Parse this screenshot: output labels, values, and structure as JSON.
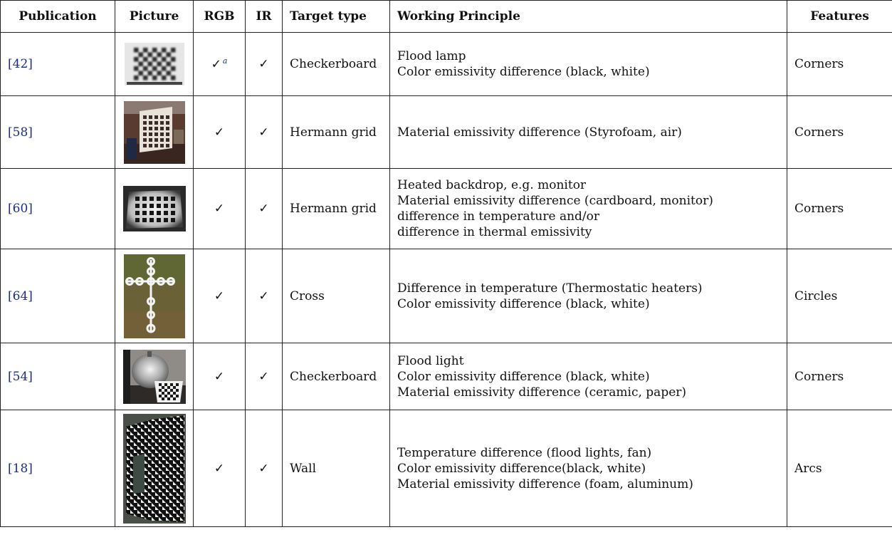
{
  "table": {
    "headers": [
      "Publication",
      "Picture",
      "RGB",
      "IR",
      "Target type",
      "Working Principle",
      "Features"
    ],
    "rows": [
      {
        "pub": "[42]",
        "rgb": "✓",
        "rgb_sup": "a",
        "ir": "✓",
        "target": "Checkerboard",
        "principle": [
          "Flood lamp",
          "Color emissivity difference (black, white)"
        ],
        "features": "Corners"
      },
      {
        "pub": "[58]",
        "rgb": "✓",
        "ir": "✓",
        "target": "Hermann grid",
        "principle": [
          "Material emissivity difference (Styrofoam, air)"
        ],
        "features": "Corners"
      },
      {
        "pub": "[60]",
        "rgb": "✓",
        "ir": "✓",
        "target": "Hermann grid",
        "principle": [
          "Heated backdrop, e.g. monitor",
          "Material emissivity difference (cardboard, monitor)",
          "difference in temperature and/or",
          "difference in thermal emissivity"
        ],
        "features": "Corners"
      },
      {
        "pub": "[64]",
        "rgb": "✓",
        "ir": "✓",
        "target": "Cross",
        "principle": [
          "Difference in temperature (Thermostatic heaters)",
          "Color emissivity difference (black, white)"
        ],
        "features": "Circles"
      },
      {
        "pub": "[54]",
        "rgb": "✓",
        "ir": "✓",
        "target": "Checkerboard",
        "principle": [
          "Flood light",
          "Color emissivity difference (black, white)",
          "Material emissivity difference (ceramic, paper)"
        ],
        "features": "Corners"
      },
      {
        "pub": "[18]",
        "rgb": "✓",
        "ir": "✓",
        "target": "Wall",
        "principle": [
          "Temperature difference (flood lights, fan)",
          "Color emissivity difference(black, white)",
          "Material emissivity difference (foam, aluminum)"
        ],
        "features": "Arcs"
      }
    ]
  }
}
